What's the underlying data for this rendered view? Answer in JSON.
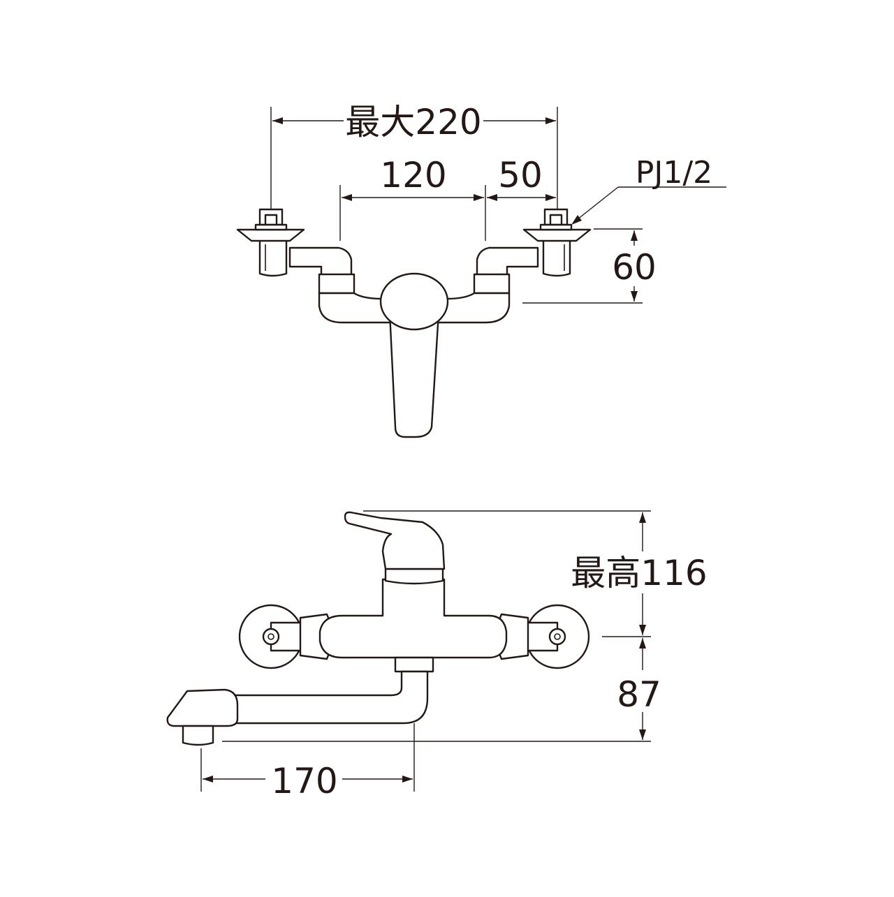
{
  "top_view": {
    "dim_max_width": "最大220",
    "dim_center_spacing": "120",
    "dim_offset": "50",
    "dim_height": "60",
    "label_thread": "PJ1/2"
  },
  "side_view": {
    "dim_max_height": "最高116",
    "dim_spout_height": "87",
    "dim_spout_reach": "170"
  }
}
